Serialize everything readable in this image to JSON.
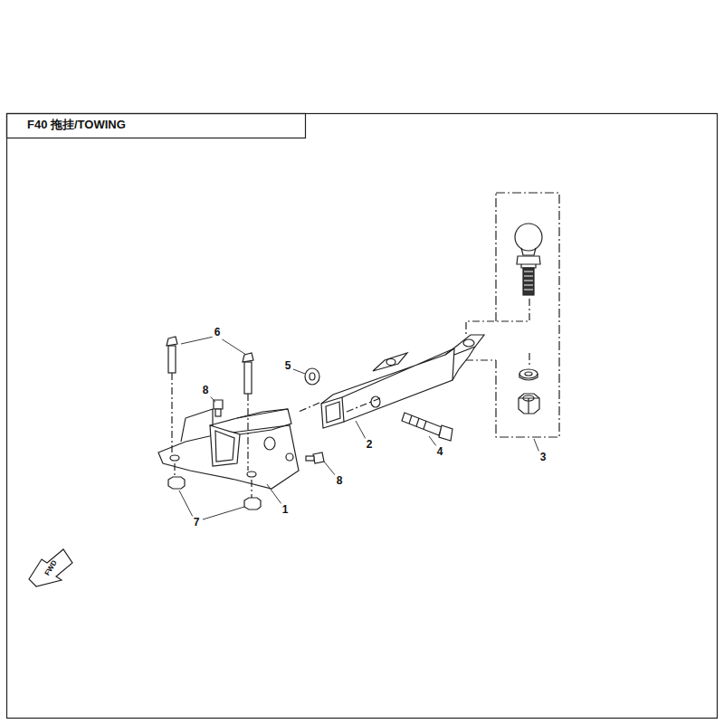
{
  "diagram": {
    "title": "F40 拖挂/TOWING",
    "labels": [
      "6",
      "5",
      "8",
      "2",
      "4",
      "3",
      "8",
      "7",
      "1",
      "FWD"
    ]
  }
}
